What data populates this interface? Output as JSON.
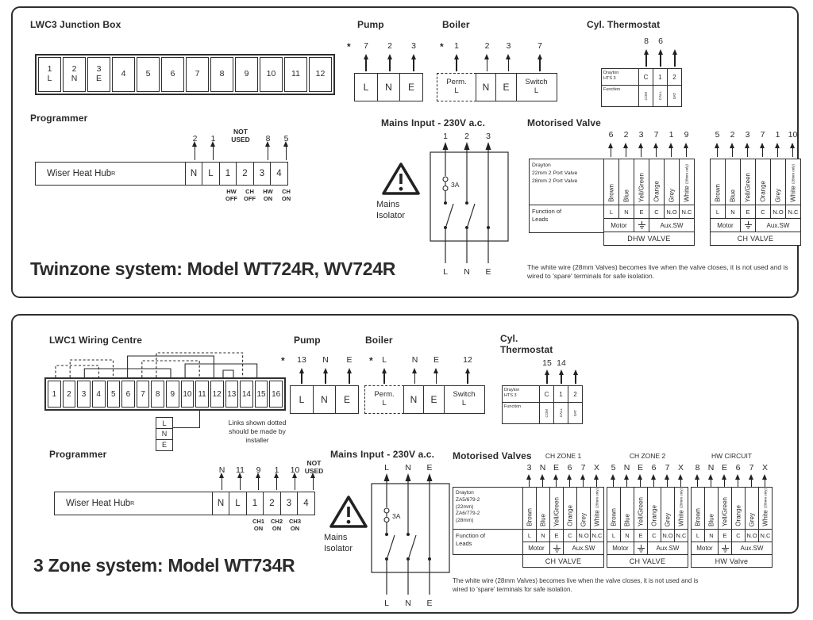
{
  "top_panel": {
    "system_title": "Twinzone system: Model WT724R, WV724R",
    "junction_box": {
      "title": "LWC3 Junction Box",
      "terminals": [
        {
          "n": "1",
          "l": "L"
        },
        {
          "n": "2",
          "l": "N"
        },
        {
          "n": "3",
          "l": "E"
        },
        {
          "n": "4",
          "l": ""
        },
        {
          "n": "5",
          "l": ""
        },
        {
          "n": "6",
          "l": ""
        },
        {
          "n": "7",
          "l": ""
        },
        {
          "n": "8",
          "l": ""
        },
        {
          "n": "9",
          "l": ""
        },
        {
          "n": "10",
          "l": ""
        },
        {
          "n": "11",
          "l": ""
        },
        {
          "n": "12",
          "l": ""
        }
      ]
    },
    "programmer": {
      "title": "Programmer",
      "device": "Wiser Heat Hub",
      "device_sup": "R",
      "pins": [
        "2",
        "1",
        "8",
        "5"
      ],
      "not_used": "NOT\nUSED",
      "terminals": [
        "N",
        "L",
        "1",
        "2",
        "3",
        "4"
      ],
      "below": [
        "HW\nOFF",
        "CH\nOFF",
        "HW\nON",
        "CH\nON"
      ]
    },
    "pump": {
      "title": "Pump",
      "star": "*",
      "pins": [
        "7",
        "2",
        "3"
      ],
      "terminals": [
        "L",
        "N",
        "E"
      ]
    },
    "boiler": {
      "title": "Boiler",
      "star": "*",
      "pins": [
        "1",
        "2",
        "3",
        "7"
      ],
      "terminals": [
        "Perm.\nL",
        "N",
        "E",
        "Switch\nL"
      ]
    },
    "cyl_thermostat": {
      "title": "Cyl. Thermostat",
      "pins": [
        "8",
        "6"
      ],
      "brand": "Drayton\nHTS 3",
      "cols": [
        "C",
        "1",
        "2"
      ],
      "function_label": "Function",
      "functions": [
        "COM",
        "CALL",
        "SAT"
      ]
    },
    "mains": {
      "title": "Mains Input - 230V a.c.",
      "isolator": "Mains\nIsolator",
      "fuse": "3A",
      "top_labels": [
        "1",
        "2",
        "3"
      ],
      "bottom_labels": [
        "L",
        "N",
        "E"
      ]
    },
    "valves": {
      "title": "Motorised Valve",
      "device": "Drayton\n22mm 2 Port Valve\n28mm 2 Port Valve",
      "function_label": "Function of\nLeads",
      "wires": [
        "Brown",
        "Blue",
        "Yell/Green",
        "Orange",
        "Grey",
        "White"
      ],
      "wire_note": "(28mm only)",
      "functions": [
        "L",
        "N",
        "E",
        "C",
        "N.O",
        "N.C"
      ],
      "motor": "Motor",
      "aux": "Aux.SW",
      "dhw": {
        "pins": [
          "6",
          "2",
          "3",
          "7",
          "1",
          "9"
        ],
        "name": "DHW VALVE"
      },
      "ch": {
        "pins": [
          "5",
          "2",
          "3",
          "7",
          "1",
          "10"
        ],
        "name": "CH VALVE"
      },
      "note": "The white wire (28mm Valves) becomes live when the valve closes, it is not used and is wired to 'spare' terminals for safe isolation."
    }
  },
  "bottom_panel": {
    "system_title": "3 Zone system: Model WT734R",
    "wiring_centre": {
      "title": "LWC1 Wiring Centre",
      "terminals": [
        "1",
        "2",
        "3",
        "4",
        "5",
        "6",
        "7",
        "8",
        "9",
        "10",
        "11",
        "12",
        "13",
        "14",
        "15",
        "16"
      ],
      "lne": [
        "L",
        "N",
        "E"
      ],
      "links_note": "Links shown dotted\nshould be made by\ninstaller"
    },
    "programmer": {
      "title": "Programmer",
      "device": "Wiser Heat Hub",
      "device_sup": "R",
      "pins": [
        "N",
        "11",
        "9",
        "1",
        "10"
      ],
      "not_used": "NOT\nUSED",
      "terminals": [
        "N",
        "L",
        "1",
        "2",
        "3",
        "4"
      ],
      "below": [
        "CH1\nON",
        "CH2\nON",
        "CH3\nON"
      ]
    },
    "pump": {
      "title": "Pump",
      "star": "*",
      "pins": [
        "13",
        "N",
        "E"
      ],
      "terminals": [
        "L",
        "N",
        "E"
      ]
    },
    "boiler": {
      "title": "Boiler",
      "star": "*",
      "pins": [
        "L",
        "N",
        "E",
        "12"
      ],
      "terminals": [
        "Perm.\nL",
        "N",
        "E",
        "Switch\nL"
      ]
    },
    "cyl_thermostat": {
      "title": "Cyl.\nThermostat",
      "pins": [
        "15",
        "14"
      ],
      "brand": "Drayton\nHTS 3",
      "cols": [
        "C",
        "1",
        "2"
      ],
      "function_label": "Function",
      "functions": [
        "COM",
        "CALL",
        "SAT"
      ]
    },
    "mains": {
      "title": "Mains Input - 230V a.c.",
      "isolator": "Mains\nIsolator",
      "fuse": "3A",
      "top_labels": [
        "L",
        "N",
        "E"
      ],
      "bottom_labels": [
        "L",
        "N",
        "E"
      ]
    },
    "valves": {
      "title": "Motorised Valves",
      "device": "Drayton\nZA5/679-2\n(22mm)\nZA6/779-2\n(28mm)",
      "function_label": "Function of\nLeads",
      "wires": [
        "Brown",
        "Blue",
        "Yell/Green",
        "Orange",
        "Grey",
        "White"
      ],
      "wire_note": "(28mm only)",
      "functions": [
        "L",
        "N",
        "E",
        "C",
        "N.O",
        "N.C"
      ],
      "motor": "Motor",
      "aux": "Aux.SW",
      "zones": [
        {
          "header": "CH ZONE 1",
          "pins": [
            "3",
            "N",
            "E",
            "6",
            "7",
            "X"
          ],
          "name": "CH VALVE"
        },
        {
          "header": "CH ZONE 2",
          "pins": [
            "5",
            "N",
            "E",
            "6",
            "7",
            "X"
          ],
          "name": "CH VALVE"
        },
        {
          "header": "HW CIRCUIT",
          "pins": [
            "8",
            "N",
            "E",
            "6",
            "7",
            "X"
          ],
          "name": "HW Valve"
        }
      ],
      "note": "The white wire (28mm Valves) becomes live when the valve closes, it is not used and is wired to 'spare' terminals for safe isolation."
    }
  }
}
